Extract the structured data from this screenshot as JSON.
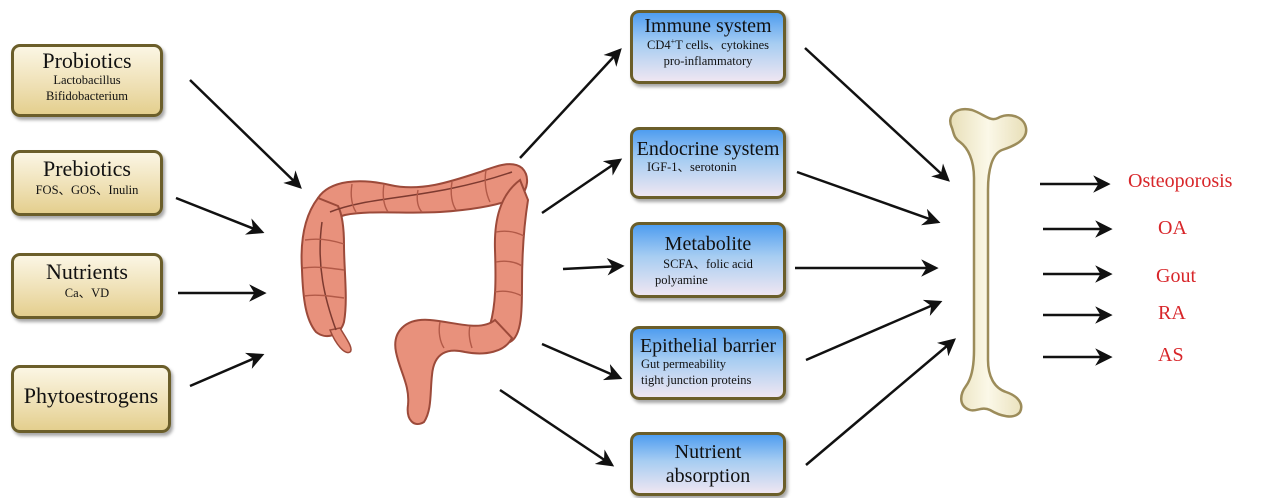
{
  "inputs": {
    "probiotics": {
      "title": "Probiotics",
      "lines": [
        "Lactobacillus",
        "Bifidobacterium"
      ]
    },
    "prebiotics": {
      "title": "Prebiotics",
      "lines": [
        "FOS、GOS、Inulin"
      ]
    },
    "nutrients": {
      "title": "Nutrients",
      "lines": [
        "Ca、VD"
      ]
    },
    "phytoestrogens": {
      "title": "Phytoestrogens"
    }
  },
  "mechanisms": {
    "immune": {
      "title": "Immune system",
      "line1_prefix": "CD4",
      "line1_sup": "+",
      "line1_rest": "T cells、cytokines",
      "line2": "pro-inflammatory"
    },
    "endocrine": {
      "title": "Endocrine system",
      "line1": "IGF-1、serotonin"
    },
    "metabolite": {
      "title": "Metabolite",
      "line1": "SCFA、folic acid",
      "line2": "polyamine"
    },
    "epithelial": {
      "title": "Epithelial barrier",
      "line1": "Gut permeability",
      "line2": "tight junction proteins"
    },
    "nutrient_absorption": {
      "title_line1": "Nutrient",
      "title_line2": "absorption"
    }
  },
  "outcomes": [
    "Osteoporosis",
    "OA",
    "Gout",
    "RA",
    "AS"
  ],
  "colors": {
    "input_box": "#eedfb2",
    "mechanism_box": "#4f9df0",
    "outcome_text": "#d8262a",
    "intestine": "#e8917c",
    "bone": "#f3eed4"
  },
  "icons": {
    "organ": "colon-icon",
    "bone": "bone-icon"
  }
}
